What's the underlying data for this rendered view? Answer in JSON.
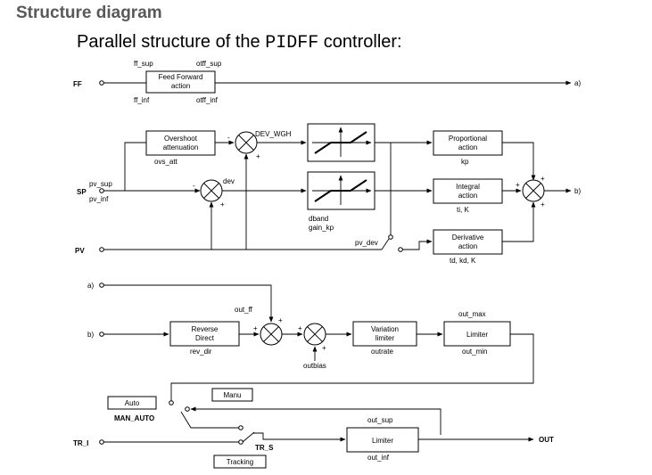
{
  "page_title": "Structure diagram",
  "heading": {
    "prefix": "Parallel structure of the ",
    "code": "PIDFF",
    "suffix": " controller:"
  },
  "inputs": {
    "ff": "FF",
    "sp": "SP",
    "pv": "PV",
    "tr_i": "TR_I"
  },
  "outputs": {
    "a": "a)",
    "b": "b)",
    "out": "OUT"
  },
  "feed_forward": {
    "label_1": "Feed Forward",
    "label_2": "action",
    "ff_sup": "ff_sup",
    "otff_sup": "otff_sup",
    "ff_inf": "ff_inf",
    "otff_inf": "otff_inf"
  },
  "overshoot": {
    "label_1": "Overshoot",
    "label_2": "attenuation",
    "param": "ovs_att"
  },
  "sp_limits": {
    "pv_sup": "pv_sup",
    "pv_inf": "pv_inf"
  },
  "signals": {
    "dev_wgh": "DEV_WGH",
    "dev": "dev",
    "pv_dev": "pv_dev",
    "out_ff": "out_ff",
    "outbias": "outbias"
  },
  "deadband": {
    "param_1": "dband",
    "param_2": "gain_kp"
  },
  "proportional": {
    "label_1": "Proportional",
    "label_2": "action",
    "param": "kp"
  },
  "integral": {
    "label_1": "Integral",
    "label_2": "action",
    "param": "ti, K"
  },
  "derivative": {
    "label_1": "Derivative",
    "label_2": "action",
    "param": "td, kd, K"
  },
  "reverse": {
    "label_1": "Reverse",
    "label_2": "Direct",
    "param": "rev_dir"
  },
  "variation_limiter": {
    "label_1": "Variation",
    "label_2": "limiter",
    "param": "outrate"
  },
  "limiter_1": {
    "label": "Limiter",
    "out_max": "out_max",
    "out_min": "out_min"
  },
  "limiter_2": {
    "label": "Limiter",
    "out_sup": "out_sup",
    "out_inf": "out_inf"
  },
  "switches": {
    "auto": "Auto",
    "manu": "Manu",
    "man_auto": "MAN_AUTO",
    "tr_s": "TR_S",
    "tracking": "Tracking"
  },
  "signs": {
    "plus": "+",
    "minus": "-"
  }
}
